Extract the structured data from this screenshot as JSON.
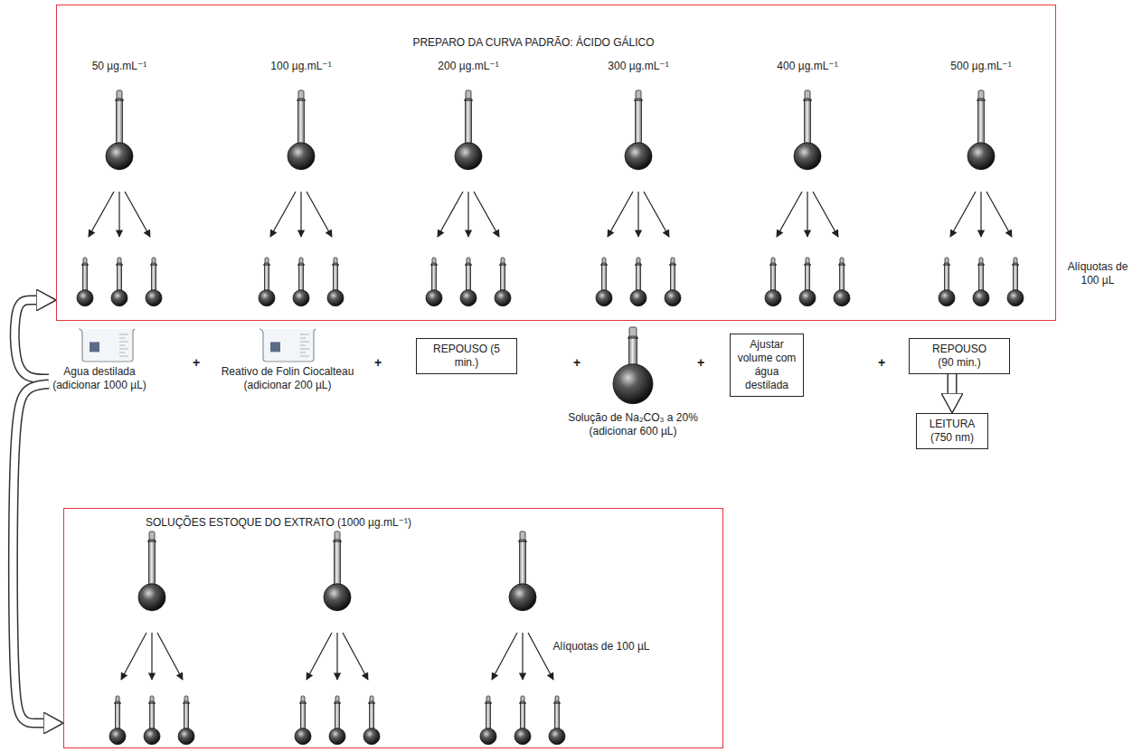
{
  "diagram": {
    "nodes": [
      {
        "text": [
          "PREPARO DA CURVA PADRÃO: ÁCIDO GÁLICO"
        ]
      },
      {
        "text": [
          "Agua destilada (adicionar 1000 µL)"
        ]
      },
      {
        "text": [
          "Reativo de Folin Ciocalteau (adicionar 200 µL)"
        ]
      },
      {
        "text": [
          "REPOUSO (5 min.)"
        ]
      },
      {
        "text": [
          "Solução de Na₂CO₃ a 20% (adicionar 600 µL)"
        ]
      },
      {
        "text": [
          "Ajustar volume com água destilada"
        ]
      },
      {
        "text": [
          "REPOUSO (90 min.)"
        ]
      },
      {
        "text": [
          "LEITURA (750 nm)"
        ]
      },
      {
        "text": [
          "SOLUÇÕES ESTOQUE DO EXTRATO (1000 µg.mL⁻¹)"
        ]
      }
    ],
    "edges": [
      {
        "from": 6,
        "to": 7,
        "arrow": "to"
      },
      {
        "from": 1,
        "to": 0,
        "arrow": "to"
      },
      {
        "from": 1,
        "to": 8,
        "arrow": "to"
      }
    ],
    "labels": [
      "50 µg.mL⁻¹",
      "100 µg.mL⁻¹",
      "200 µg.mL⁻¹",
      "300 µg.mL⁻¹",
      "400 µg.mL⁻¹",
      "500 µg.mL⁻¹",
      "Alíquotas de 100 µL",
      "+",
      "+",
      "+",
      "+",
      "+",
      "Alíquotas de 100 µL"
    ]
  }
}
